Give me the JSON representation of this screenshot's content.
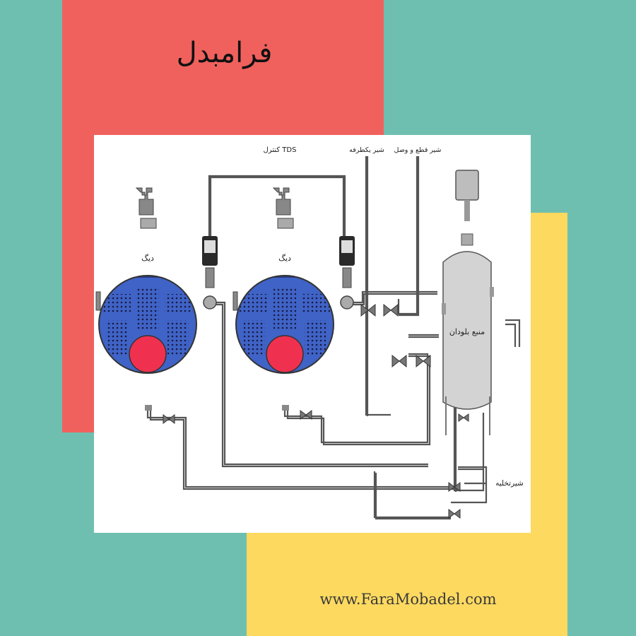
{
  "brand": {
    "name": "فرامبدل"
  },
  "website": {
    "url": "www.FaraMobadel.com"
  },
  "diagram": {
    "labels": {
      "tds_control": "کنترل TDS",
      "shutoff_valve": "شیر قطع و وصل",
      "check_valve": "شیر یکطرفه",
      "blowdown_tank": "منبع بلودان",
      "drain_valve": "شیرتخلیه",
      "boiler_1": "دیگ",
      "boiler_2": "دیگ"
    }
  },
  "colors": {
    "background_teal": "#6fbfb1",
    "block_red": "#f0615d",
    "block_yellow": "#fdd95f",
    "steam": "#f58a3c",
    "water": "#3f63c6",
    "furnace": "#f0304f",
    "tank": "#d3d3d3"
  }
}
